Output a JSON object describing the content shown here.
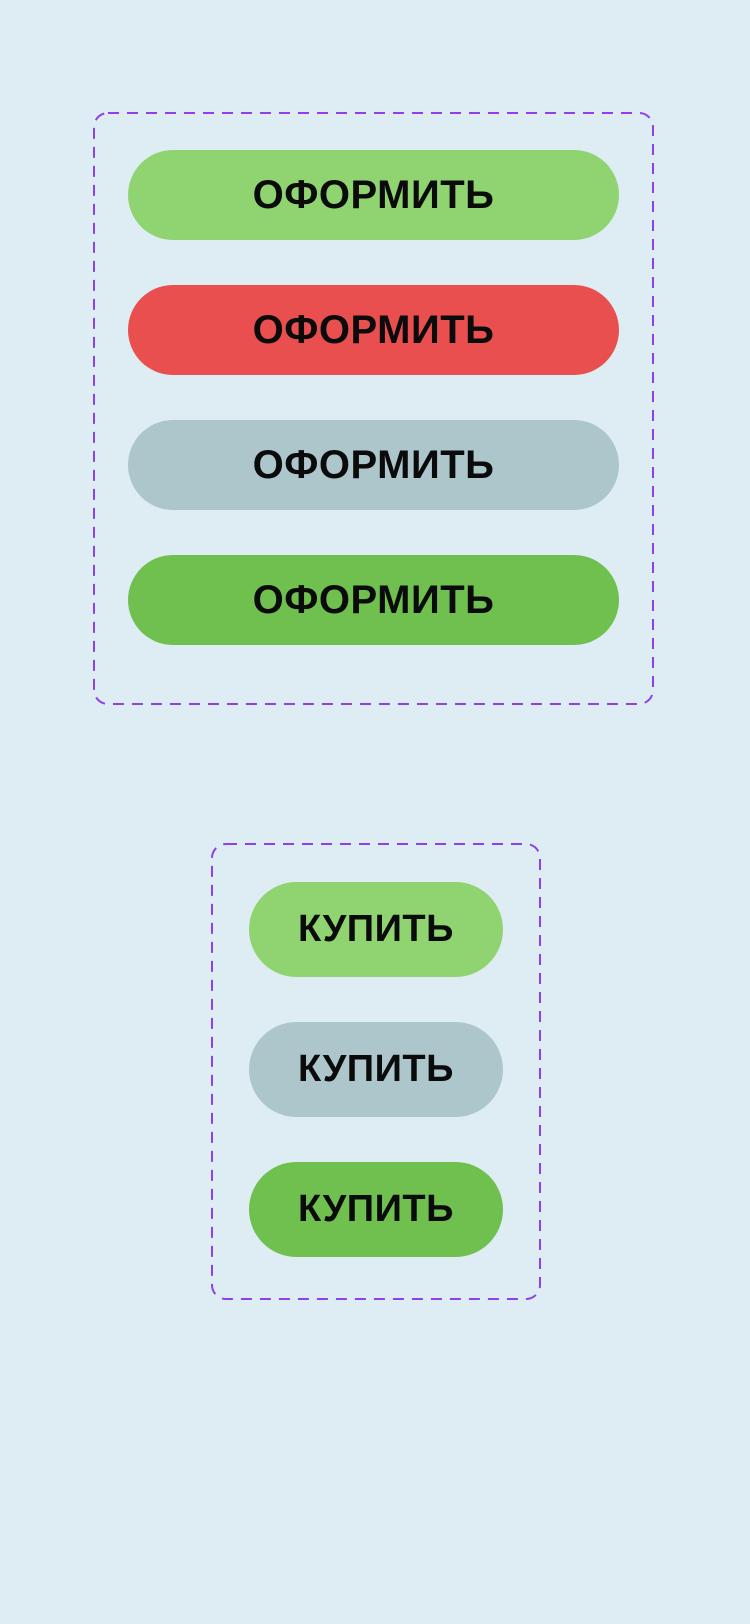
{
  "page": {
    "background": "#deedf4"
  },
  "colors": {
    "frame_border": "#9040e8",
    "light_green": "#8fd470",
    "red": "#e94f4f",
    "gray_blue": "#acc6cc",
    "dark_green": "#6fc04f",
    "text": "#0b0b0b"
  },
  "order_group": {
    "buttons": [
      {
        "label": "ОФОРМИТЬ",
        "color": "#8fd470"
      },
      {
        "label": "ОФОРМИТЬ",
        "color": "#e94f4f"
      },
      {
        "label": "ОФОРМИТЬ",
        "color": "#acc6cc"
      },
      {
        "label": "ОФОРМИТЬ",
        "color": "#6fc04f"
      }
    ]
  },
  "buy_group": {
    "buttons": [
      {
        "label": "КУПИТЬ",
        "color": "#8fd470"
      },
      {
        "label": "КУПИТЬ",
        "color": "#acc6cc"
      },
      {
        "label": "КУПИТЬ",
        "color": "#6fc04f"
      }
    ]
  }
}
